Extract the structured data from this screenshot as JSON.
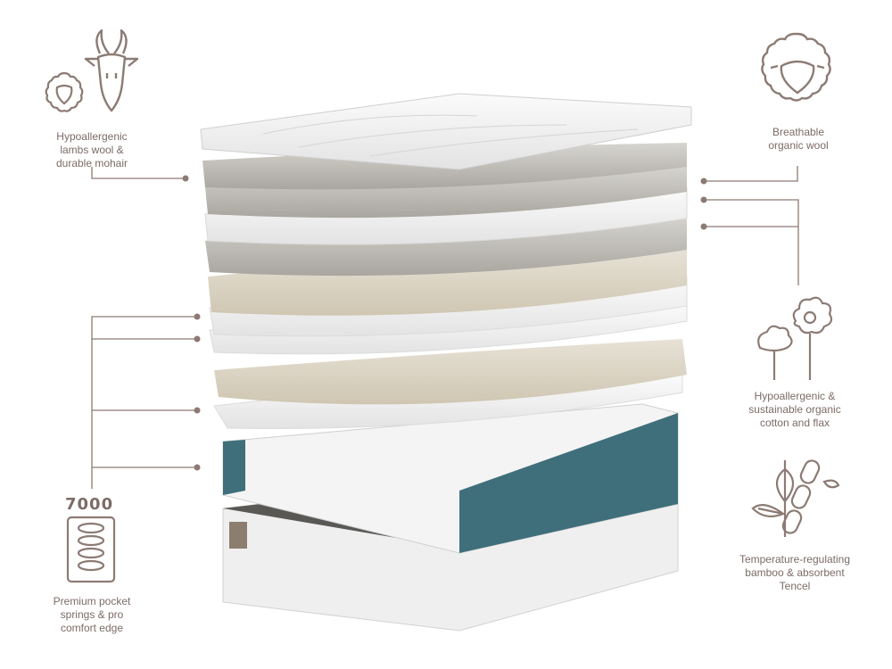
{
  "colors": {
    "icon": "#8c7b74",
    "line": "#8c7b74",
    "text": "#7c6b66",
    "teal": "#3f6f7b"
  },
  "features": {
    "top_left": {
      "line1": "Hypoallergenic",
      "line2": "lambs wool &",
      "line3": "durable mohair",
      "icons": [
        "sheep-face-icon",
        "goat-head-icon"
      ]
    },
    "top_right": {
      "line1": "Breathable",
      "line2": "organic wool",
      "icons": [
        "sheep-badge-icon"
      ]
    },
    "mid_right": {
      "line1": "Hypoallergenic &",
      "line2": "sustainable organic",
      "line3": "cotton and flax",
      "icons": [
        "cotton-plant-icon",
        "flax-flower-icon"
      ]
    },
    "bottom_right": {
      "line1": "Temperature-regulating",
      "line2": "bamboo & absorbent",
      "line3": "Tencel",
      "icons": [
        "leaf-icon",
        "bamboo-icon"
      ]
    },
    "bottom_left": {
      "count": "7000",
      "line1": "Premium pocket",
      "line2": "springs & pro",
      "line3": "comfort edge",
      "icons": [
        "spring-coil-icon"
      ]
    }
  }
}
